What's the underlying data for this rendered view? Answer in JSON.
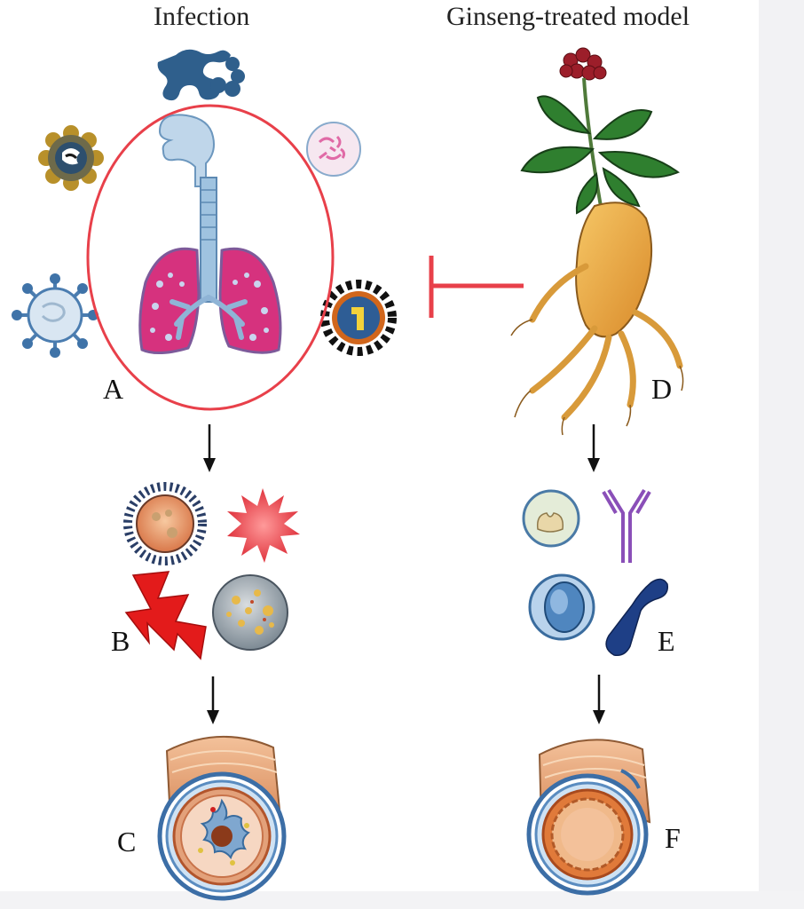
{
  "titles": {
    "left": "Infection",
    "right": "Ginseng-treated model"
  },
  "labels": {
    "a": "A",
    "b": "B",
    "c": "C",
    "d": "D",
    "e": "E",
    "f": "F"
  },
  "colors": {
    "inhibition": "#e8404a",
    "arrow": "#111111",
    "lung": "#d6327e",
    "airway": "#9fc3e0",
    "ginseng_root": "#e7a33c",
    "leaf": "#2f7f2f",
    "berries": "#9c1e2a",
    "antibody": "#8a4fb8",
    "receptor": "#1e3f86"
  }
}
